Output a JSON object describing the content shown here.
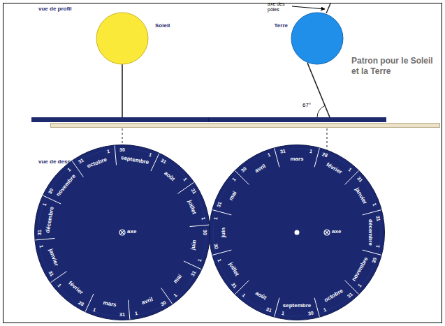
{
  "diagram": {
    "title": "Patron pour le Soleil et la Terre",
    "nodes": [
      {
        "text": [
          "Soleil"
        ]
      },
      {
        "text": [
          "Terre"
        ]
      },
      {
        "text": [
          "janvier",
          "février",
          "mars",
          "avril",
          "mai",
          "juin",
          "juillet",
          "août",
          "septembre",
          "octobre",
          "novembre",
          "décembre",
          "31",
          "1",
          "28",
          "1",
          "31",
          "1",
          "30",
          "1",
          "31",
          "1",
          "30",
          "1",
          "31",
          "1",
          "31",
          "1",
          "30",
          "1",
          "31",
          "1",
          "30",
          "1",
          "31",
          "1",
          "axe"
        ]
      },
      {
        "text": [
          "janvier",
          "février",
          "mars",
          "avril",
          "mai",
          "juin",
          "juillet",
          "août",
          "septembre",
          "octobre",
          "novembre",
          "décembre",
          "31",
          "1",
          "28",
          "1",
          "31",
          "1",
          "30",
          "1",
          "31",
          "1",
          "30",
          "1",
          "31",
          "1",
          "31",
          "1",
          "30",
          "1",
          "31",
          "1",
          "30",
          "1",
          "31",
          "1",
          "axe"
        ]
      }
    ],
    "labels": [
      "vue de profil",
      "axe des pôles",
      "67°",
      "vue de dessus"
    ]
  }
}
